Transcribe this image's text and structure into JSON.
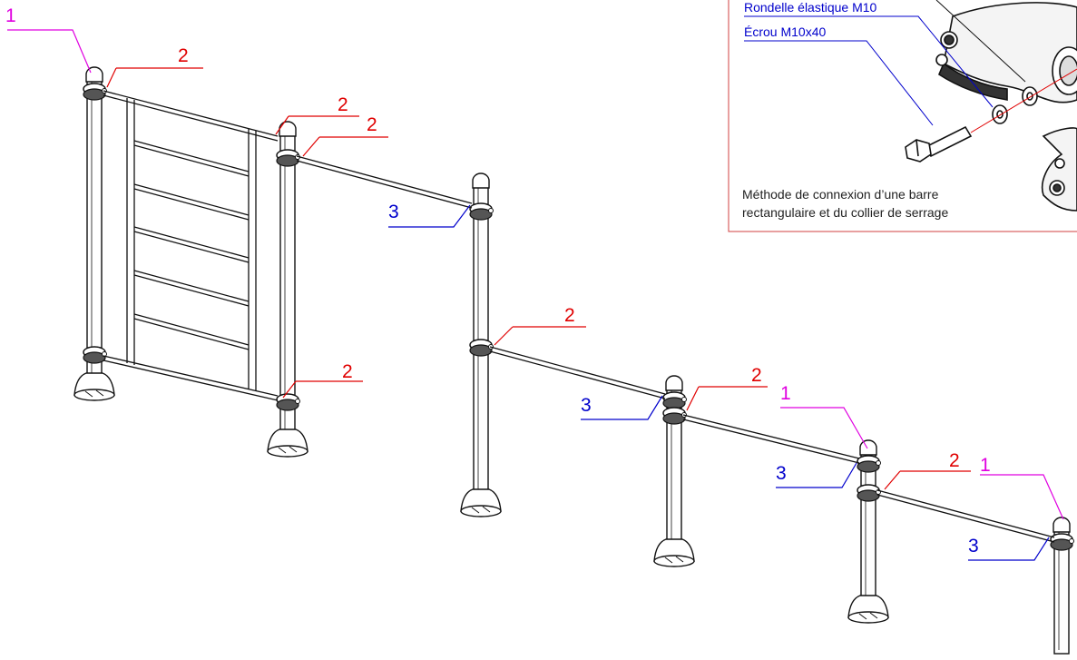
{
  "colors": {
    "callout_1": "#e000e0",
    "callout_2": "#e00000",
    "callout_3": "#0000cc",
    "inset_frame": "#d04040",
    "line": "#111111"
  },
  "callouts": [
    {
      "id": "c1a",
      "number": "1",
      "color_key": "callout_1"
    },
    {
      "id": "c2a",
      "number": "2",
      "color_key": "callout_2"
    },
    {
      "id": "c2b",
      "number": "2",
      "color_key": "callout_2"
    },
    {
      "id": "c2c",
      "number": "2",
      "color_key": "callout_2"
    },
    {
      "id": "c3a",
      "number": "3",
      "color_key": "callout_3"
    },
    {
      "id": "c2d",
      "number": "2",
      "color_key": "callout_2"
    },
    {
      "id": "c2e",
      "number": "2",
      "color_key": "callout_2"
    },
    {
      "id": "c3b",
      "number": "3",
      "color_key": "callout_3"
    },
    {
      "id": "c2f",
      "number": "2",
      "color_key": "callout_2"
    },
    {
      "id": "c1b",
      "number": "1",
      "color_key": "callout_1"
    },
    {
      "id": "c3c",
      "number": "3",
      "color_key": "callout_3"
    },
    {
      "id": "c2g",
      "number": "2",
      "color_key": "callout_2"
    },
    {
      "id": "c1c",
      "number": "1",
      "color_key": "callout_1"
    },
    {
      "id": "c3d",
      "number": "3",
      "color_key": "callout_3"
    }
  ],
  "inset": {
    "labels": [
      "Rondelle élastique M10",
      "Écrou M10x40"
    ],
    "caption_line1": "Méthode de connexion d’une barre",
    "caption_line2": "rectangulaire et du collier de serrage"
  }
}
